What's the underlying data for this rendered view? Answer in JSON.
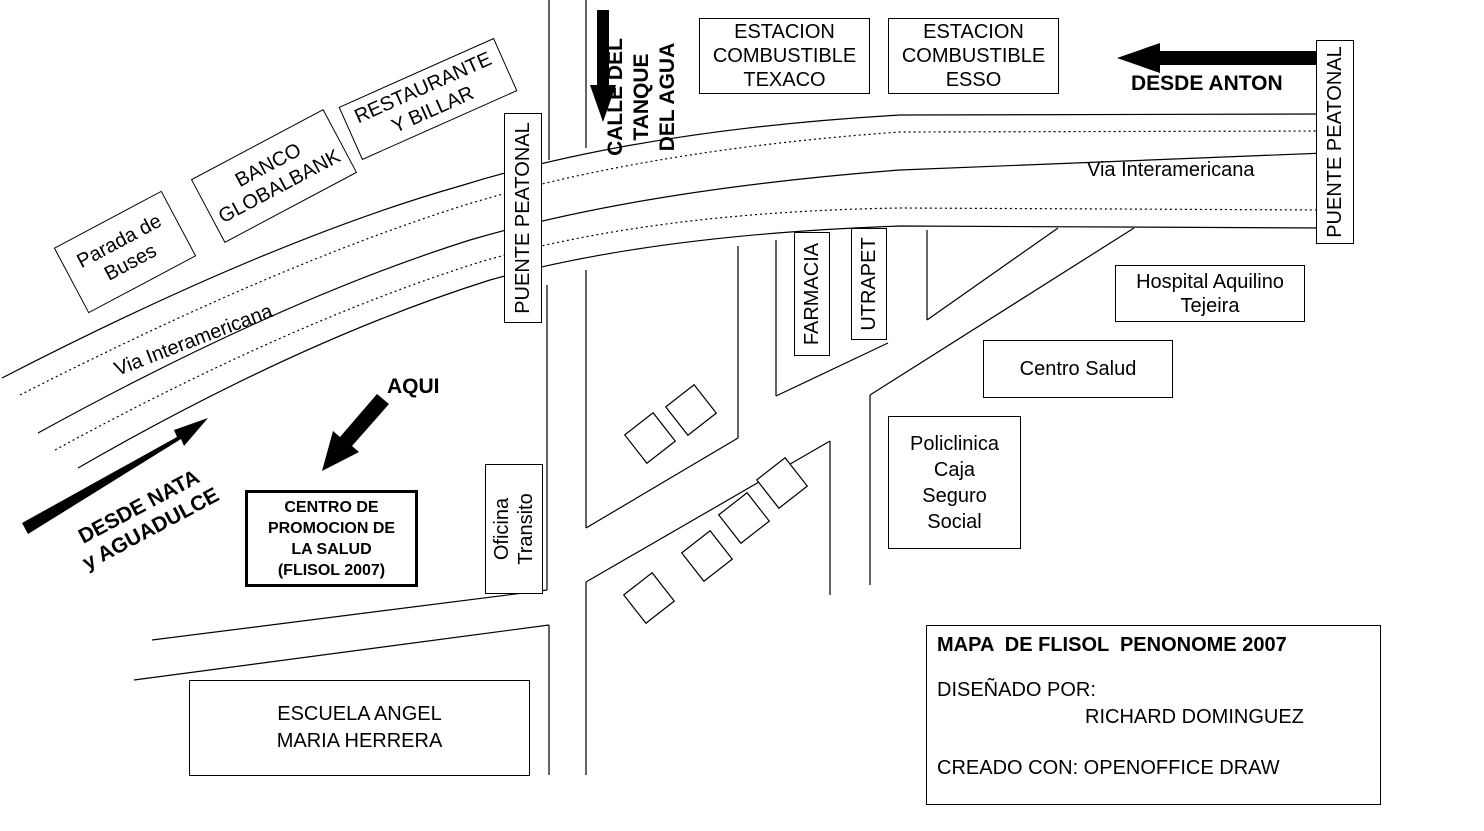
{
  "map_title": "MAPA  DE FLISOL  PENONOME 2007",
  "credits": {
    "designed_by_label": "DISEÑADO POR:",
    "designer": "RICHARD DOMINGUEZ",
    "created_with": "CREADO CON: OPENOFFICE DRAW"
  },
  "roads": {
    "highway_east": "Via Interamericana",
    "highway_west": "Via Interamericana",
    "calle_tanque": "CALLE DEL\nTANQUE\nDEL AGUA"
  },
  "directions": {
    "from_anton": "DESDE ANTON",
    "from_nata": "DESDE NATA\ny AGUADULCE",
    "here": "AQUI"
  },
  "places": {
    "texaco": "ESTACION\nCOMBUSTIBLE\nTEXACO",
    "esso": "ESTACION\nCOMBUSTIBLE\nESSO",
    "puente_east": "PUENTE PEATONAL",
    "puente_west": "PUENTE PEATONAL",
    "parada": "Parada de\nBuses",
    "banco": "BANCO\nGLOBALBANK",
    "restaurante": "RESTAURANTE\nY BILLAR",
    "farmacia": "FARMACIA",
    "utrapet": "UTRAPET",
    "hospital": "Hospital Aquilino\nTejeira",
    "centro_salud": "Centro Salud",
    "policlinica": "Policlinica\nCaja\nSeguro\nSocial",
    "oficina_transito": "Oficina\nTransito",
    "escuela": "ESCUELA ANGEL\nMARIA HERRERA",
    "destination": "CENTRO DE\nPROMOCION DE\nLA SALUD\n(FLISOL 2007)"
  },
  "colors": {
    "ink": "#000000",
    "paper": "#ffffff"
  }
}
